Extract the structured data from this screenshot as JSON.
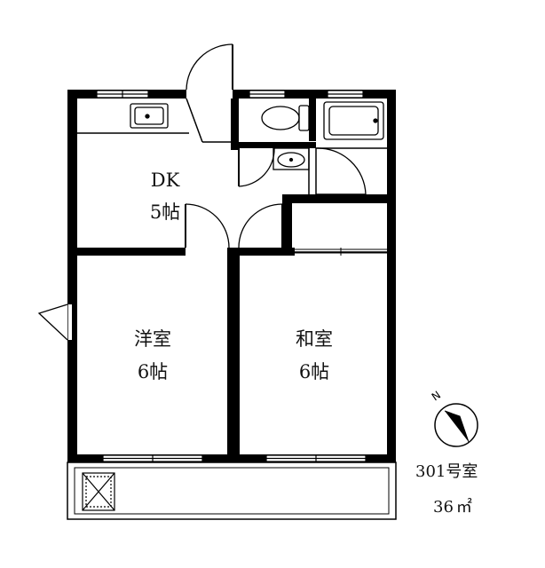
{
  "floor_plan": {
    "rooms": {
      "dk": {
        "name": "DK",
        "size": "5帖"
      },
      "western": {
        "name": "洋室",
        "size": "6帖"
      },
      "japanese": {
        "name": "和室",
        "size": "6帖"
      }
    },
    "unit": {
      "number": "301号室",
      "area_value": "36",
      "area_unit": "㎡"
    },
    "compass": {
      "label": "N"
    }
  }
}
